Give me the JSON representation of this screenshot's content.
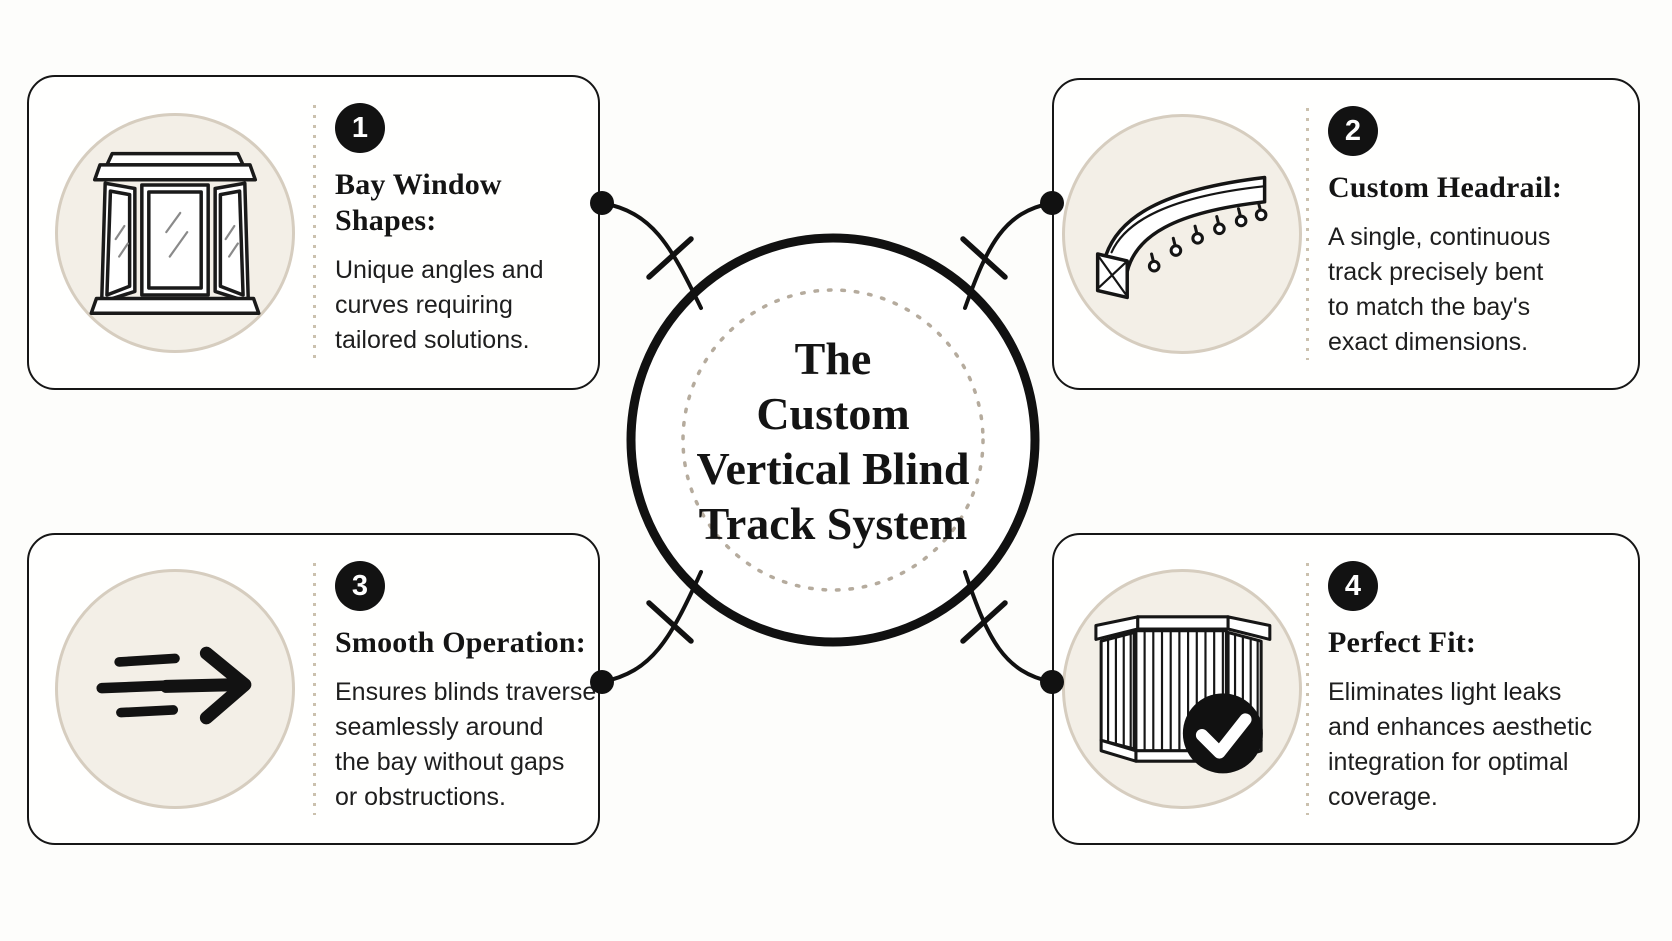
{
  "meta": {
    "type": "infographic-diagram",
    "background": "#fdfdfb"
  },
  "colors": {
    "ink": "#161616",
    "card_background": "#fffffe",
    "icon_circle_fill": "#f3efe7",
    "icon_circle_border": "#d6cdbf",
    "dotted_accent": "#cbc1ae",
    "inner_dotted_ring": "#b5ab9d",
    "badge_background": "#121212",
    "badge_text": "#ffffff"
  },
  "center": {
    "title": "The\nCustom\nVertical Blind\nTrack System"
  },
  "cards": [
    {
      "number": "1",
      "icon": "bay-window-icon",
      "heading": "Bay Window\nShapes:",
      "body": "Unique angles and\ncurves requiring\ntailored solutions."
    },
    {
      "number": "2",
      "icon": "curved-headrail-icon",
      "heading": "Custom Headrail:",
      "body": "A single, continuous\ntrack precisely bent\nto match the bay's\nexact dimensions."
    },
    {
      "number": "3",
      "icon": "motion-arrow-icon",
      "heading": "Smooth Operation:",
      "body": "Ensures blinds traverse\nseamlessly around\nthe bay without gaps\nor obstructions."
    },
    {
      "number": "4",
      "icon": "blinds-checkmark-icon",
      "heading": "Perfect Fit:",
      "body": "Eliminates light leaks\nand enhances aesthetic\nintegration for optimal\ncoverage."
    }
  ]
}
